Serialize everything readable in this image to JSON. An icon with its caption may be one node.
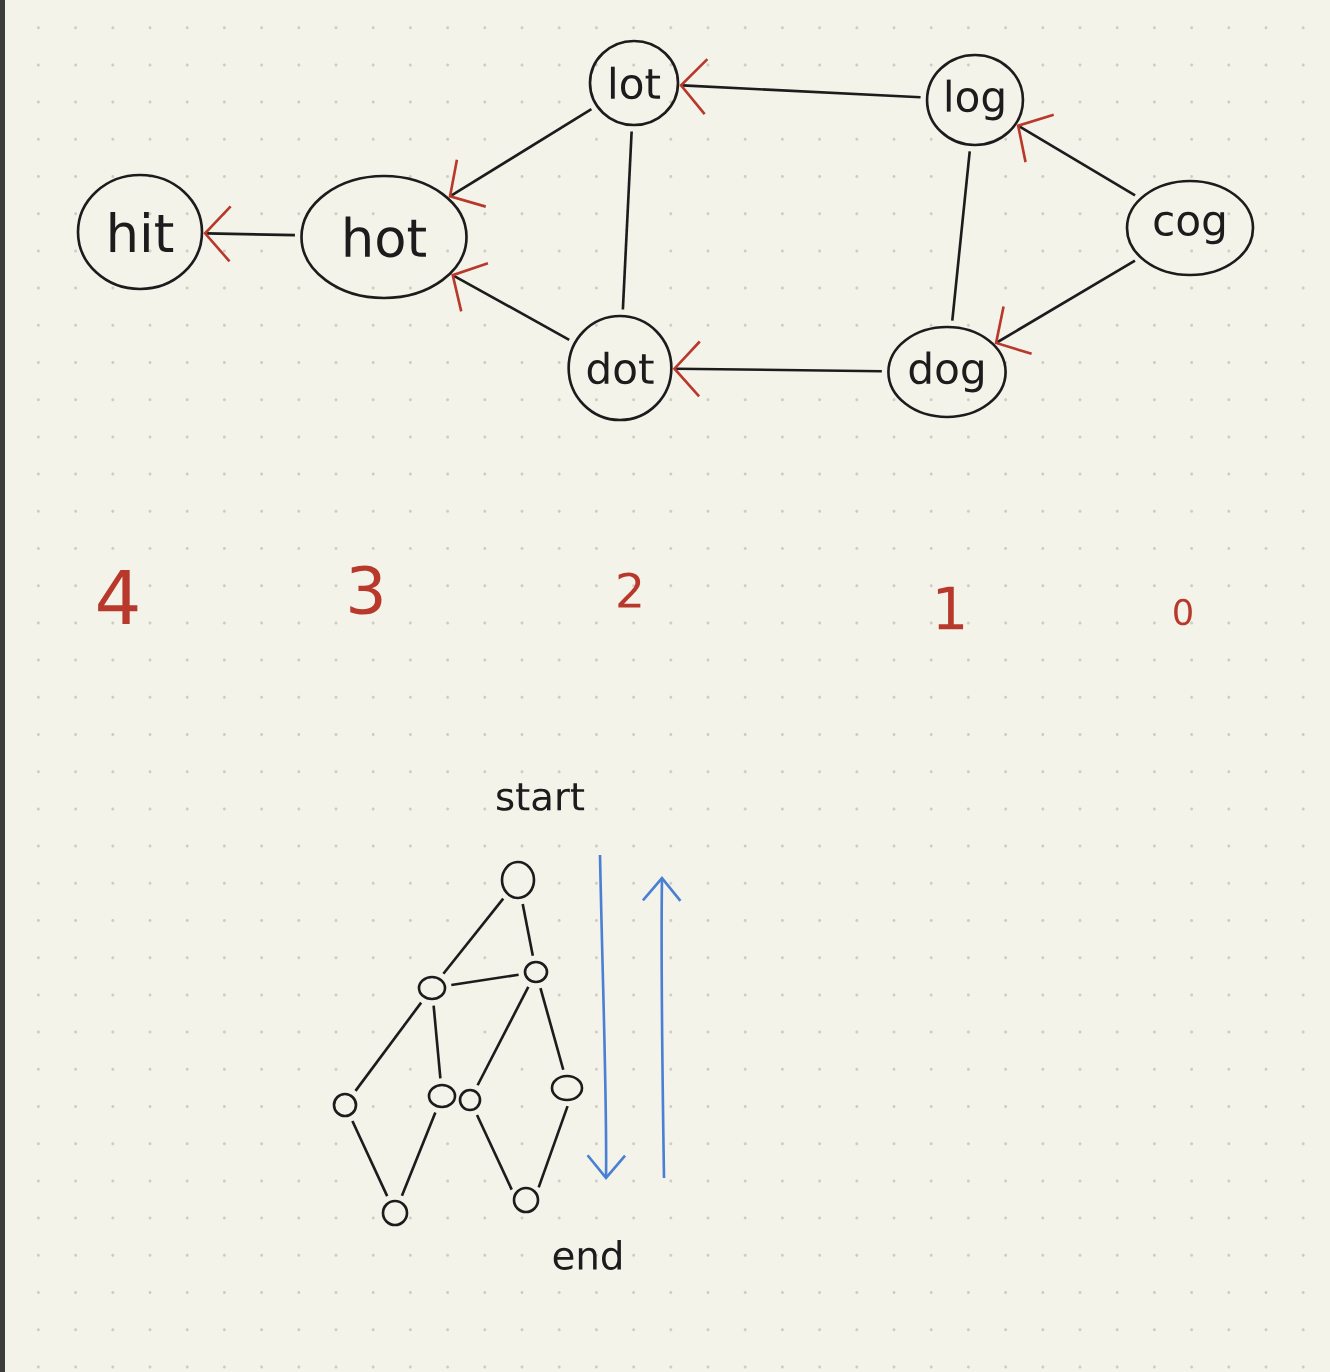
{
  "diagram": {
    "nodes": [
      {
        "text": [
          "hit"
        ]
      },
      {
        "text": [
          "hot"
        ]
      },
      {
        "text": [
          "lot"
        ]
      },
      {
        "text": [
          "dot"
        ]
      },
      {
        "text": [
          "log"
        ]
      },
      {
        "text": [
          "dog"
        ]
      },
      {
        "text": [
          "cog"
        ]
      },
      {
        "text": [],
        "shape": "circle"
      },
      {
        "text": [],
        "shape": "circle"
      },
      {
        "text": [],
        "shape": "circle"
      },
      {
        "text": [],
        "shape": "circle"
      },
      {
        "text": [],
        "shape": "circle"
      },
      {
        "text": [],
        "shape": "circle"
      },
      {
        "text": [],
        "shape": "circle"
      },
      {
        "text": [],
        "shape": "circle"
      },
      {
        "text": [],
        "shape": "circle"
      }
    ],
    "edges": [
      {
        "from": 2,
        "to": 1,
        "arrow": "to"
      },
      {
        "from": 1,
        "to": 0,
        "arrow": "to"
      },
      {
        "from": 4,
        "to": 2,
        "arrow": "to"
      },
      {
        "from": 2,
        "to": 3,
        "arrow": "none"
      },
      {
        "from": 3,
        "to": 1,
        "arrow": "to"
      },
      {
        "from": 6,
        "to": 4,
        "arrow": "to"
      },
      {
        "from": 4,
        "to": 5,
        "arrow": "none"
      },
      {
        "from": 6,
        "to": 5,
        "arrow": "to"
      },
      {
        "from": 5,
        "to": 3,
        "arrow": "to"
      },
      {
        "from": 7,
        "to": 8,
        "arrow": "none"
      },
      {
        "from": 7,
        "to": 9,
        "arrow": "none"
      },
      {
        "from": 8,
        "to": 9,
        "arrow": "none"
      },
      {
        "from": 8,
        "to": 10,
        "arrow": "none"
      },
      {
        "from": 8,
        "to": 11,
        "arrow": "none"
      },
      {
        "from": 9,
        "to": 12,
        "arrow": "none"
      },
      {
        "from": 9,
        "to": 13,
        "arrow": "none"
      },
      {
        "from": 10,
        "to": 14,
        "arrow": "none"
      },
      {
        "from": 11,
        "to": 14,
        "arrow": "none"
      },
      {
        "from": 12,
        "to": 15,
        "arrow": "none"
      },
      {
        "from": 13,
        "to": 15,
        "arrow": "none"
      }
    ],
    "labels": [
      "4",
      "3",
      "2",
      "1",
      "0",
      "start",
      "end"
    ]
  }
}
